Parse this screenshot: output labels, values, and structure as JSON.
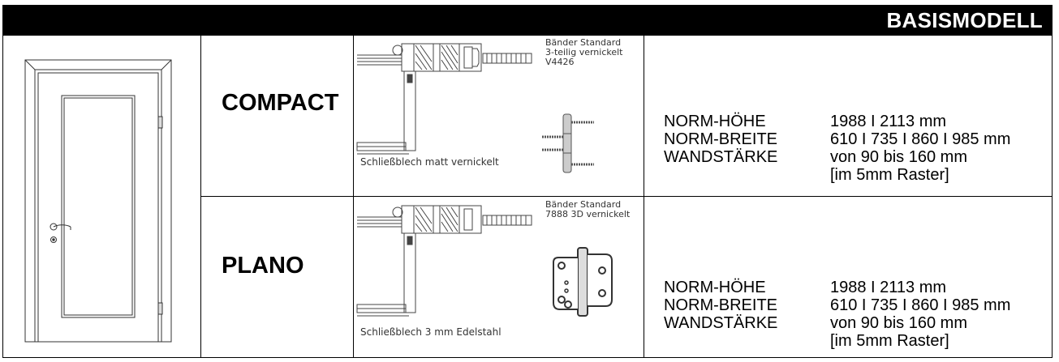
{
  "header": {
    "title": "BASISMODELL"
  },
  "rows": [
    {
      "model": "COMPACT",
      "hinge_note": [
        "Bänder Standard",
        "3-teilig vernickelt",
        "V4426"
      ],
      "strike_note": "Schließblech matt vernickelt",
      "specs": [
        {
          "label": "NORM-HÖHE",
          "value": "1988 I 2113 mm"
        },
        {
          "label": "NORM-BREITE",
          "value": "610 I 735 I 860 I 985 mm"
        },
        {
          "label": "WANDSTÄRKE",
          "value": "von 90 bis 160 mm"
        },
        {
          "label": "",
          "value": "[im 5mm Raster]"
        }
      ]
    },
    {
      "model": "PLANO",
      "hinge_note": [
        "Bänder Standard",
        "7888 3D vernickelt"
      ],
      "strike_note": "Schließblech 3 mm Edelstahl",
      "specs": [
        {
          "label": "NORM-HÖHE",
          "value": "1988 I 2113 mm"
        },
        {
          "label": "NORM-BREITE",
          "value": "610 I 735 I 860 I 985 mm"
        },
        {
          "label": "WANDSTÄRKE",
          "value": "von 90 bis 160 mm"
        },
        {
          "label": "",
          "value": "[im 5mm Raster]"
        }
      ]
    }
  ]
}
